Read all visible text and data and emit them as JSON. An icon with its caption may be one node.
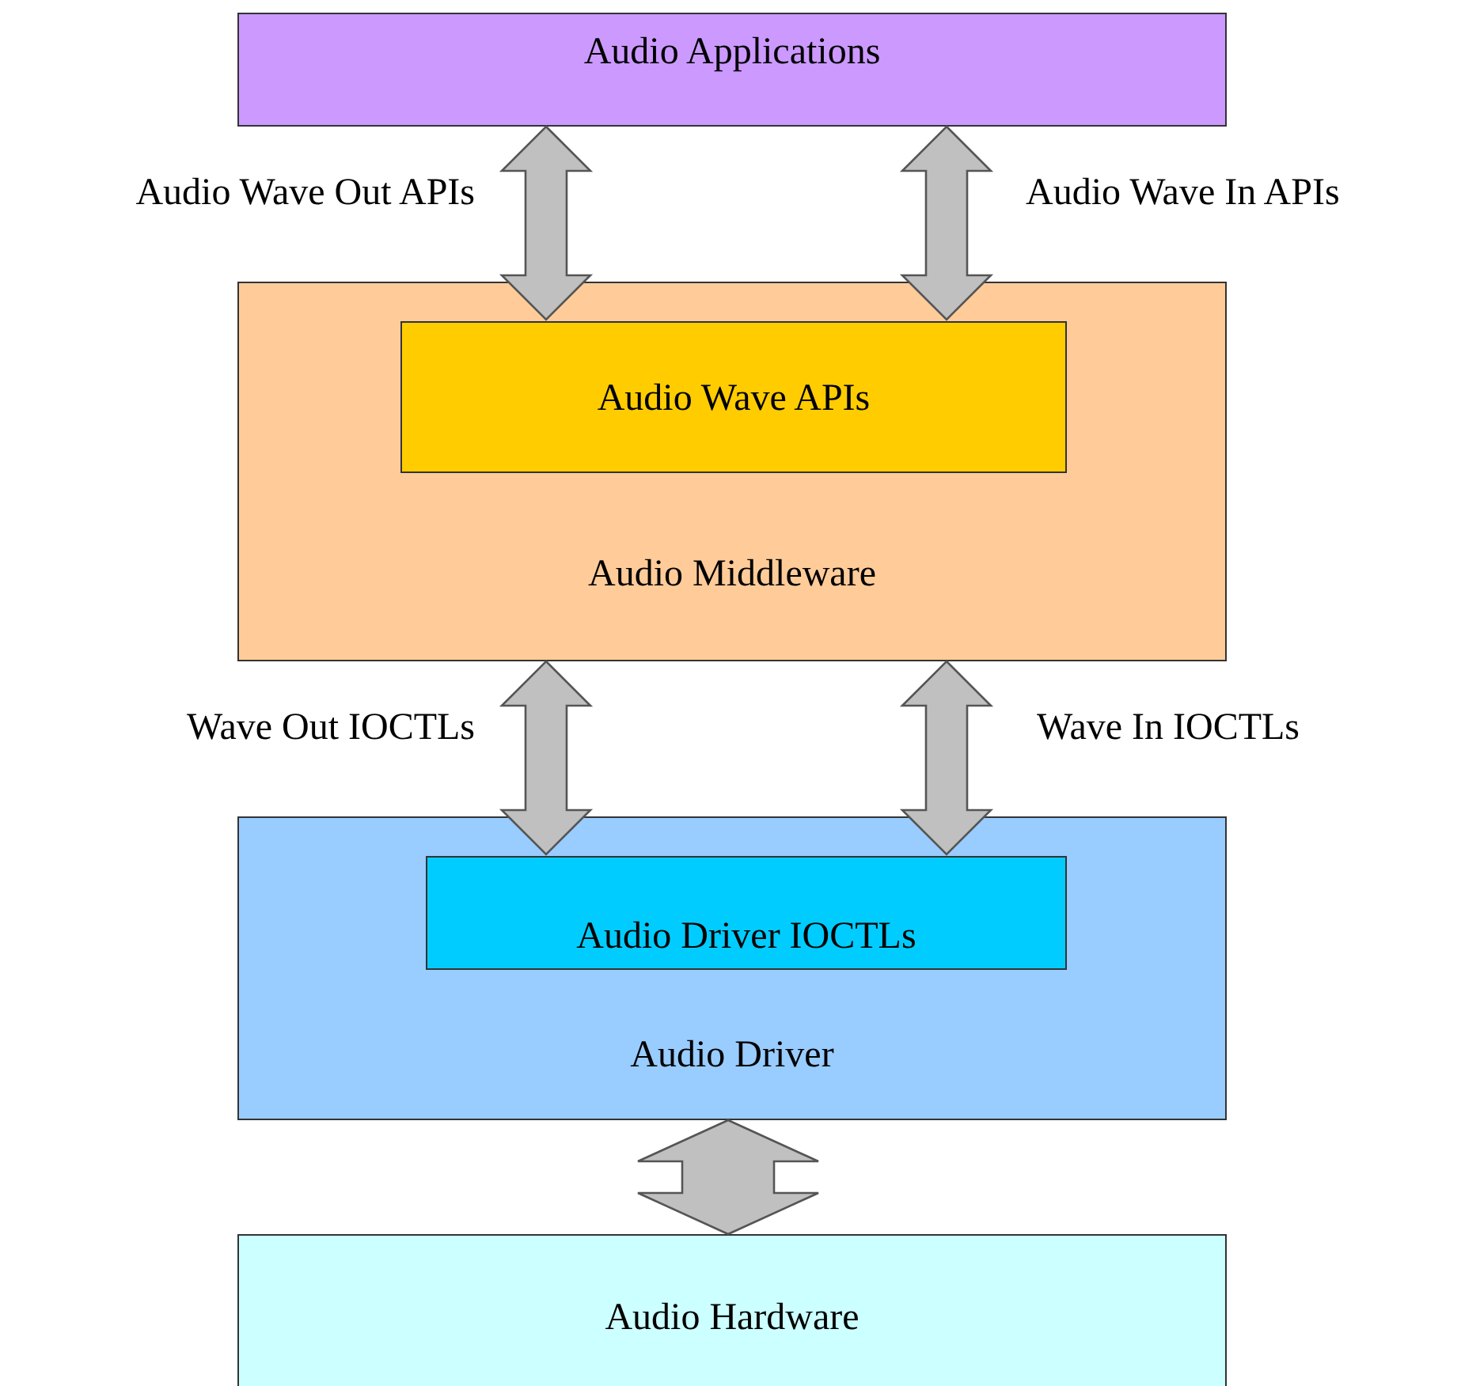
{
  "diagram": {
    "nodes": [
      {
        "text": [
          "Audio Applications"
        ]
      },
      {
        "text": [
          "Audio Middleware"
        ]
      },
      {
        "text": [
          "Audio Wave APIs"
        ],
        "in": 1
      },
      {
        "text": [
          "Audio Driver"
        ]
      },
      {
        "text": [
          "Audio Driver IOCTLs"
        ],
        "in": 3
      },
      {
        "text": [
          "Audio Hardware"
        ]
      }
    ],
    "edges": [
      {
        "from": 0,
        "to": 2,
        "arrow": "both",
        "label": "Audio Wave Out APIs"
      },
      {
        "from": 0,
        "to": 2,
        "arrow": "both",
        "label": "Audio Wave In APIs"
      },
      {
        "from": 1,
        "to": 4,
        "arrow": "both",
        "label": "Wave Out IOCTLs"
      },
      {
        "from": 1,
        "to": 4,
        "arrow": "both",
        "label": "Wave In IOCTLs"
      },
      {
        "from": 3,
        "to": 5,
        "arrow": "both"
      }
    ]
  }
}
